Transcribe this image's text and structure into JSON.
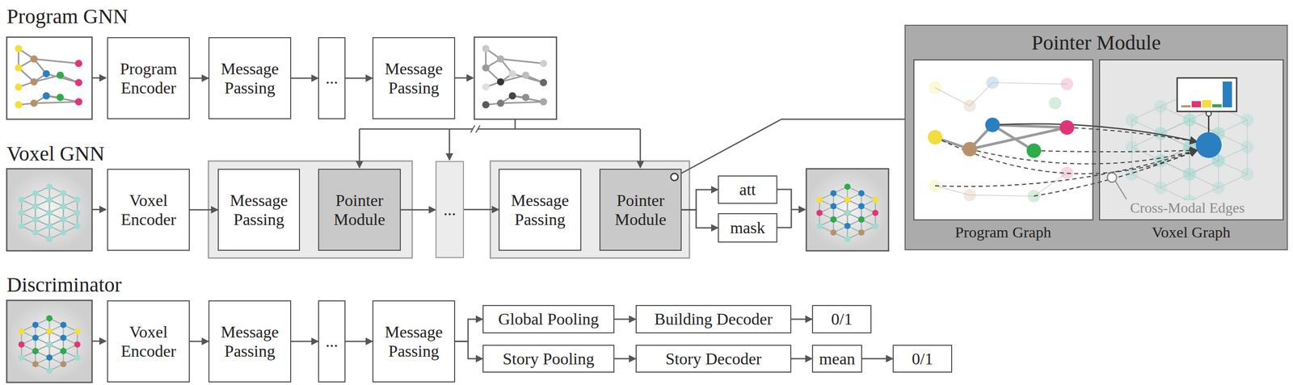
{
  "diagram": {
    "nodes": [
      {
        "text": [
          "Program Encoder"
        ]
      },
      {
        "text": [
          "Message Passing"
        ]
      },
      {
        "text": [
          "..."
        ]
      },
      {
        "text": [
          "Message Passing"
        ]
      },
      {
        "text": [
          "Voxel Encoder"
        ]
      },
      {
        "text": [
          "Message Passing"
        ]
      },
      {
        "text": [
          "Pointer Module"
        ]
      },
      {
        "text": [
          "..."
        ]
      },
      {
        "text": [
          "Message Passing"
        ]
      },
      {
        "text": [
          "Pointer Module"
        ]
      },
      {
        "text": [
          "att"
        ]
      },
      {
        "text": [
          "mask"
        ]
      },
      {
        "text": [
          "Pointer Module"
        ]
      },
      {
        "text": [
          "Program Graph"
        ],
        "in": 12
      },
      {
        "text": [
          "Voxel Graph"
        ],
        "in": 12
      },
      {
        "text": [
          "Voxel Encoder"
        ]
      },
      {
        "text": [
          "Message Passing"
        ]
      },
      {
        "text": [
          "..."
        ]
      },
      {
        "text": [
          "Message Passing"
        ]
      },
      {
        "text": [
          "Global Pooling"
        ]
      },
      {
        "text": [
          "Building Decoder"
        ]
      },
      {
        "text": [
          "0/1"
        ]
      },
      {
        "text": [
          "Story Pooling"
        ]
      },
      {
        "text": [
          "Story Decoder"
        ]
      },
      {
        "text": [
          "mean"
        ]
      },
      {
        "text": [
          "0/1"
        ]
      }
    ],
    "edges": [
      {
        "from": 0,
        "to": 1,
        "arrow": "to"
      },
      {
        "from": 1,
        "to": 2,
        "arrow": "to"
      },
      {
        "from": 2,
        "to": 3,
        "arrow": "to"
      },
      {
        "from": 4,
        "to": 5,
        "arrow": "to"
      },
      {
        "from": 6,
        "to": 7,
        "arrow": "to"
      },
      {
        "from": 7,
        "to": 8,
        "arrow": "to"
      },
      {
        "from": 9,
        "to": 10,
        "arrow": "to"
      },
      {
        "from": 9,
        "to": 11,
        "arrow": "to"
      },
      {
        "from": 9,
        "to": 12,
        "arrow": "none"
      },
      {
        "from": 15,
        "to": 16,
        "arrow": "to"
      },
      {
        "from": 16,
        "to": 17,
        "arrow": "to"
      },
      {
        "from": 17,
        "to": 18,
        "arrow": "to"
      },
      {
        "from": 18,
        "to": 19,
        "arrow": "to"
      },
      {
        "from": 18,
        "to": 22,
        "arrow": "to"
      },
      {
        "from": 19,
        "to": 20,
        "arrow": "to"
      },
      {
        "from": 20,
        "to": 21,
        "arrow": "to"
      },
      {
        "from": 22,
        "to": 23,
        "arrow": "to"
      },
      {
        "from": 23,
        "to": 24,
        "arrow": "to"
      },
      {
        "from": 24,
        "to": 25,
        "arrow": "to"
      }
    ],
    "labels": [
      "Program GNN",
      "Voxel GNN",
      "Discriminator",
      "Cross-Modal Edges"
    ]
  }
}
